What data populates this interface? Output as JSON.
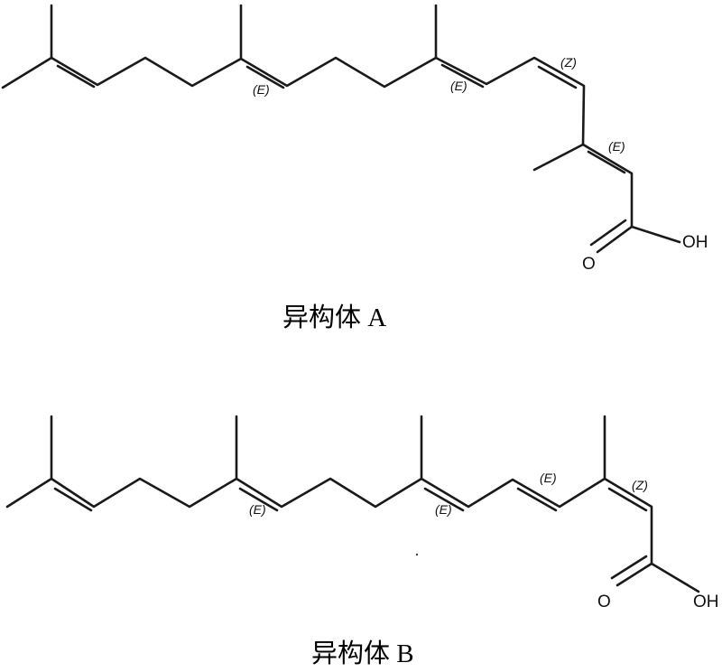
{
  "molecules": [
    {
      "caption": "异构体 A",
      "stereo_labels": [
        "(E)",
        "(E)",
        "(Z)",
        "(E)"
      ],
      "atom_labels": [
        "OH",
        "O"
      ]
    },
    {
      "caption": "异构体 B",
      "stereo_labels": [
        "(E)",
        "(E)",
        "(E)",
        "(Z)"
      ],
      "atom_labels": [
        "OH",
        "O"
      ]
    }
  ]
}
